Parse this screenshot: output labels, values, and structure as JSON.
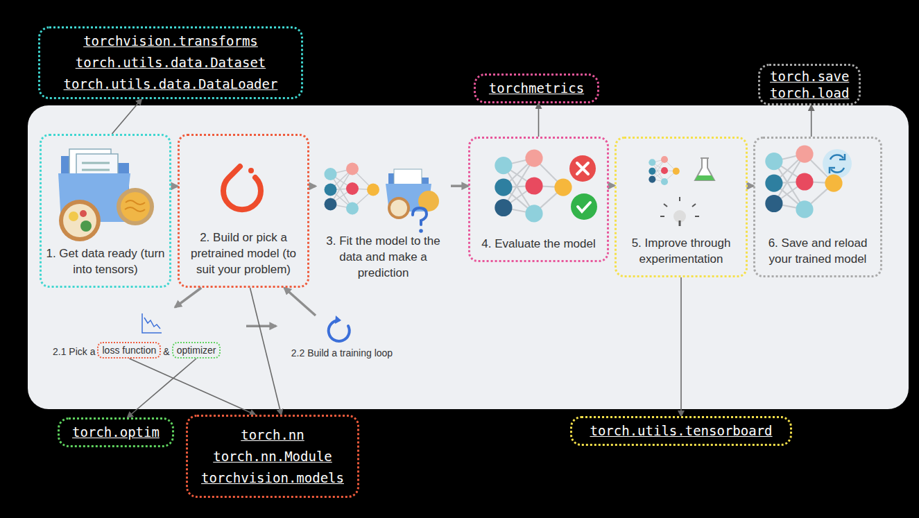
{
  "diagram": {
    "nodes": [
      {
        "text": [
          "torchvision.transforms",
          "torch.utils.data.Dataset",
          "torch.utils.data.DataLoader"
        ]
      },
      {
        "text": [
          "torchmetrics"
        ]
      },
      {
        "text": [
          "torch.save",
          "torch.load"
        ]
      },
      {
        "text": [
          "1. Get data ready (turn into tensors)"
        ]
      },
      {
        "text": [
          "2. Build or pick a pretrained model (to suit your problem)"
        ]
      },
      {
        "text": [
          "3. Fit the model to the data and make a prediction"
        ]
      },
      {
        "text": [
          "4. Evaluate the model"
        ]
      },
      {
        "text": [
          "5. Improve through experimentation"
        ]
      },
      {
        "text": [
          "6. Save and reload your trained model"
        ]
      },
      {
        "text": [
          "2.1 Pick a",
          "&"
        ]
      },
      {
        "text": [
          "loss function"
        ],
        "in": 9
      },
      {
        "text": [
          "optimizer"
        ],
        "in": 9
      },
      {
        "text": [
          "2.2 Build a training loop"
        ]
      },
      {
        "text": [
          "torch.optim"
        ]
      },
      {
        "text": [
          "torch.nn",
          "torch.nn.Module",
          "torchvision.models"
        ]
      },
      {
        "text": [
          "torch.utils.tensorboard"
        ]
      }
    ],
    "edges": [
      {
        "from": 3,
        "to": 0,
        "arrow": "to"
      },
      {
        "from": 3,
        "to": 4,
        "arrow": "to"
      },
      {
        "from": 4,
        "to": 5,
        "arrow": "to"
      },
      {
        "from": 5,
        "to": 6,
        "arrow": "to"
      },
      {
        "from": 6,
        "to": 1,
        "arrow": "to"
      },
      {
        "from": 6,
        "to": 7,
        "arrow": "to"
      },
      {
        "from": 7,
        "to": 8,
        "arrow": "to"
      },
      {
        "from": 8,
        "to": 2,
        "arrow": "to"
      },
      {
        "from": 4,
        "to": 9,
        "arrow": "to"
      },
      {
        "from": 9,
        "to": 12,
        "arrow": "to"
      },
      {
        "from": 12,
        "to": 4,
        "arrow": "to"
      },
      {
        "from": 4,
        "to": 14,
        "arrow": "to"
      },
      {
        "from": 10,
        "to": 14,
        "arrow": "to"
      },
      {
        "from": 11,
        "to": 13,
        "arrow": "to"
      },
      {
        "from": 7,
        "to": 15,
        "arrow": "to"
      }
    ]
  }
}
